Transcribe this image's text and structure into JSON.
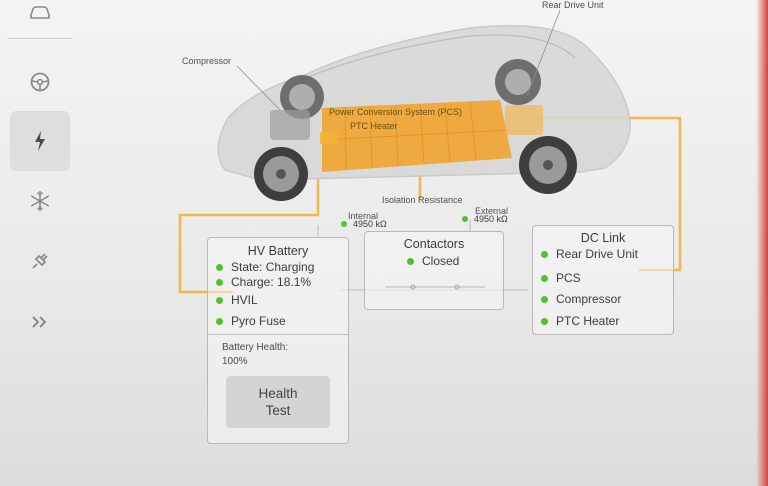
{
  "sidebar": {
    "items": [
      {
        "icon": "car-icon"
      },
      {
        "icon": "steering-wheel-icon"
      },
      {
        "icon": "lightning-icon",
        "active": true
      },
      {
        "icon": "snowflake-icon"
      },
      {
        "icon": "charge-plug-icon"
      },
      {
        "icon": "double-chevron-right-icon"
      }
    ]
  },
  "car": {
    "labels": {
      "rear_drive_unit": "Rear Drive Unit",
      "compressor": "Compressor",
      "pcs": "Power Conversion System (PCS)",
      "ptc_heater": "PTC Heater"
    }
  },
  "isolation": {
    "title": "Isolation Resistance",
    "internal_label": "Internal",
    "internal_value": "4950 kΩ",
    "external_label": "External",
    "external_value": "4950 kΩ"
  },
  "hv_battery": {
    "title": "HV Battery",
    "state": "State: Charging",
    "charge": "Charge: 18.1%",
    "hvil": "HVIL",
    "pyro_fuse": "Pyro Fuse",
    "health_label": "Battery Health:",
    "health_value": "100%",
    "health_test_line1": "Health",
    "health_test_line2": "Test"
  },
  "contactors": {
    "title": "Contactors",
    "status": "Closed"
  },
  "dc_link": {
    "title": "DC Link",
    "items": [
      "Rear Drive Unit",
      "PCS",
      "Compressor",
      "PTC Heater"
    ]
  },
  "colors": {
    "ok": "#4fc22e",
    "hv_line": "#f3b13a",
    "battery": "#f0a22a"
  }
}
